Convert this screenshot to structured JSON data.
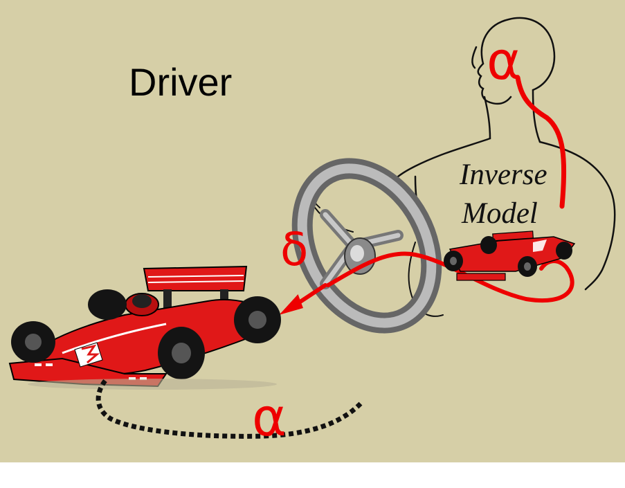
{
  "labels": {
    "title": "Driver",
    "inverse_line1": "Inverse",
    "inverse_line2": "Model",
    "alpha_head": "α",
    "delta": "δ",
    "alpha_bottom": "α"
  },
  "colors": {
    "background": "#d6cfa7",
    "signal_red": "#ee0000",
    "car_red": "#e01818",
    "outline": "#000000"
  },
  "icons": [
    "driver-silhouette",
    "steering-wheel",
    "race-car",
    "mini-race-car"
  ]
}
